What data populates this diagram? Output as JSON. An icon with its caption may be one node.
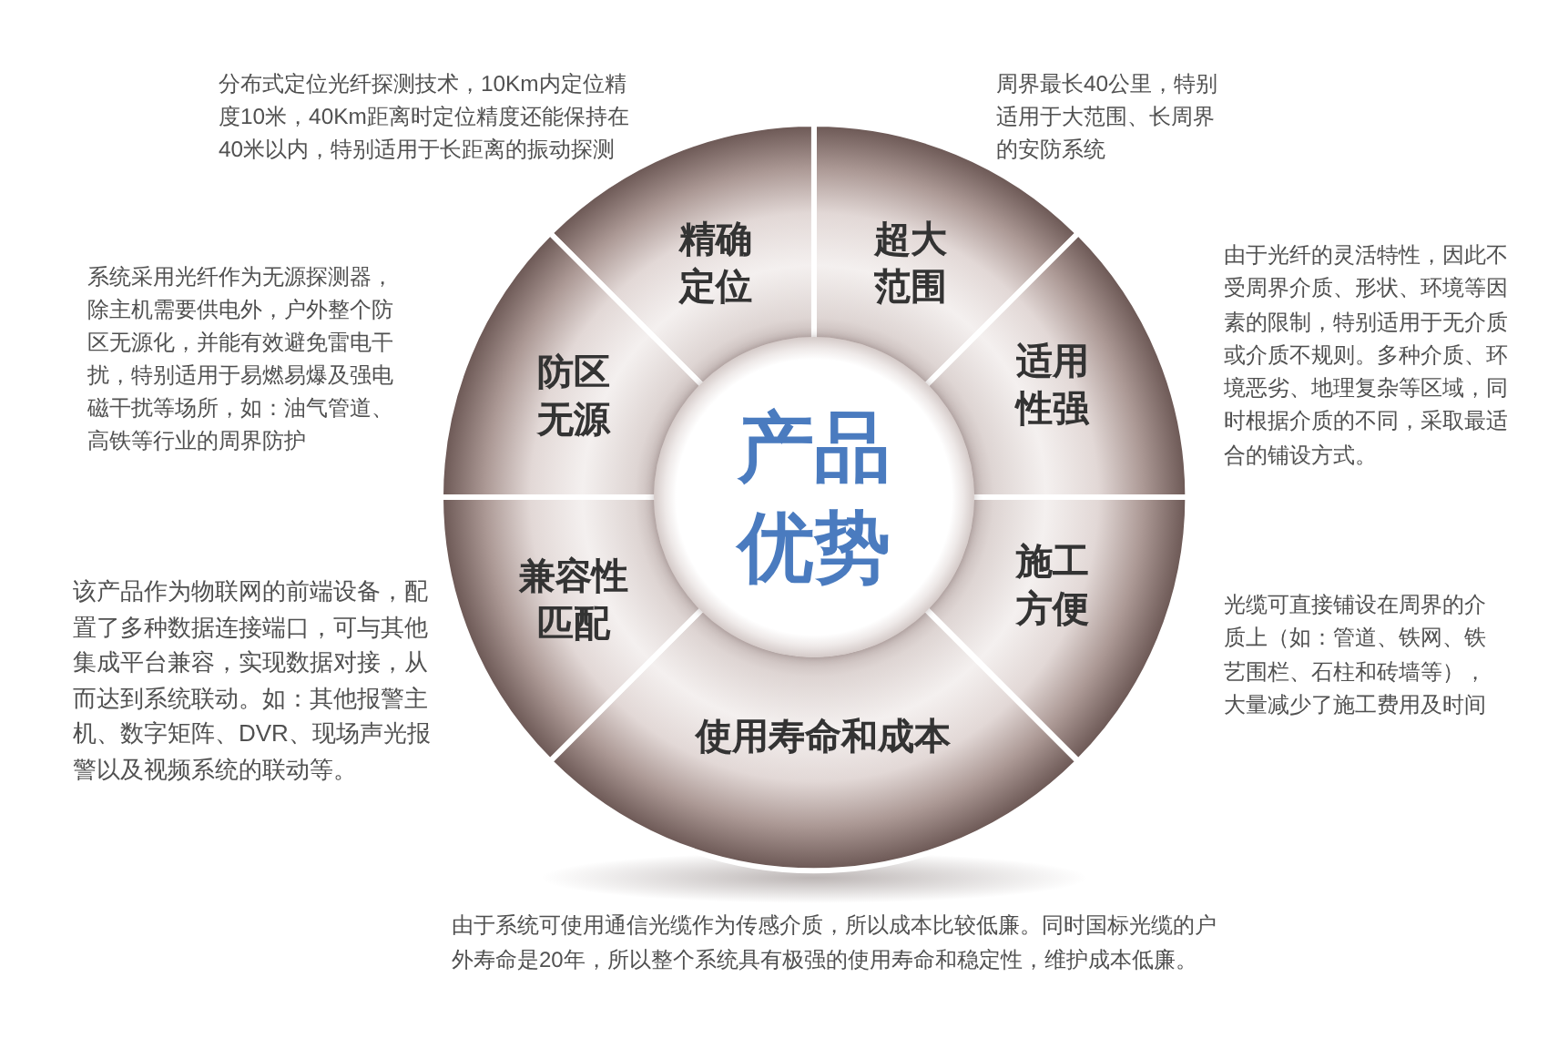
{
  "diagram": {
    "nodes": [
      {
        "text": [
          "产品优势"
        ]
      },
      {
        "text": [
          "精确定位"
        ],
        "beside": [
          "分布式定位光纤探测技术，10Km内定位精度10米，40Km距离时定位精度还能保持在40米以内，特别适用于长距离的振动探测"
        ]
      },
      {
        "text": [
          "超大范围"
        ],
        "beside": [
          "周界最长40公里，特别适用于大范围、长周界的安防系统"
        ]
      },
      {
        "text": [
          "适用性强"
        ],
        "beside": [
          "由于光纤的灵活特性，因此不受周界介质、形状、环境等因素的限制，特别适用于无介质或介质不规则。多种介质、环境恶劣、地理复杂等区域，同时根据介质的不同，采取最适合的铺设方式。"
        ]
      },
      {
        "text": [
          "施工方便"
        ],
        "beside": [
          "光缆可直接铺设在周界的介质上（如：管道、铁网、铁艺围栏、石柱和砖墙等），大量减少了施工费用及时间"
        ]
      },
      {
        "text": [
          "使用寿命和成本"
        ],
        "beside": [
          "由于系统可使用通信光缆作为传感介质，所以成本比较低廉。同时国标光缆的户外寿命是20年，所以整个系统具有极强的使用寿命和稳定性，维护成本低廉。"
        ]
      },
      {
        "text": [
          "兼容性匹配"
        ],
        "beside": [
          "该产品作为物联网的前端设备，配置了多种数据连接端口，可与其他集成平台兼容，实现数据对接，从而达到系统联动。如：其他报警主机、数字矩阵、DVR、现场声光报警以及视频系统的联动等。"
        ]
      },
      {
        "text": [
          "防区无源"
        ],
        "beside": [
          "系统采用光纤作为无源探测器，除主机需要供电外，户外整个防区无源化，并能有效避免雷电干扰，特别适用于易燃易爆及强电磁干扰等场所，如：油气管道、高铁等行业的周界防护"
        ]
      }
    ]
  }
}
